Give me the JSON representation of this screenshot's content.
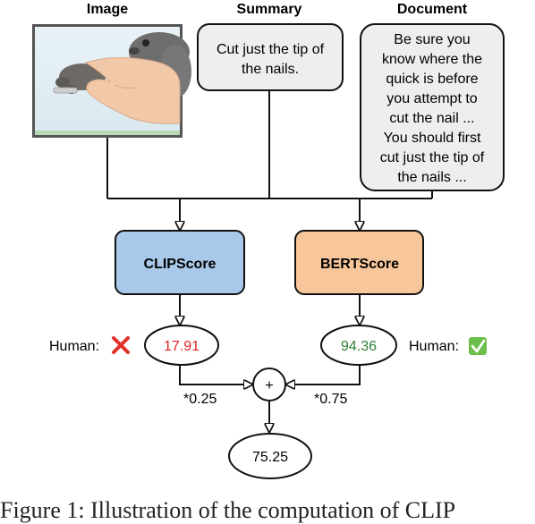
{
  "headers": {
    "image": "Image",
    "summary": "Summary",
    "document": "Document"
  },
  "summary_text": [
    "Cut just the tip of",
    "the nails."
  ],
  "document_text": [
    "Be sure you",
    "know where the",
    "quick is before",
    "you attempt to",
    "cut the nail ...",
    "You should first",
    "cut just the tip of",
    "the nails ..."
  ],
  "clipscore": {
    "label": "CLIPScore",
    "fill": "#a9c9ea",
    "value": "17.91",
    "value_color": "#e02424",
    "human_label": "Human:",
    "human_icon": "cross-mark-icon",
    "weight": "*0.25"
  },
  "bertscore": {
    "label": "BERTScore",
    "fill": "#f7c79b",
    "value": "94.36",
    "value_color": "#2e7d32",
    "human_label": "Human:",
    "human_icon": "check-mark-icon",
    "weight": "*0.75"
  },
  "combine_symbol": "+",
  "result": "75.25",
  "caption": "Figure 1: Illustration of the computation of CLIP"
}
